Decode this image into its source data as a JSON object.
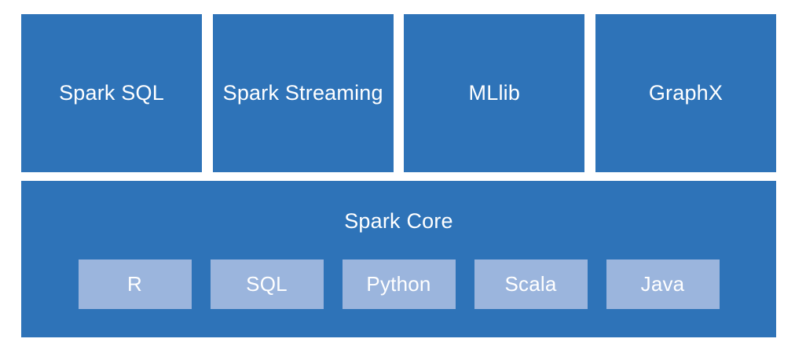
{
  "colors": {
    "box_dark": "#2E73B8",
    "box_light": "#9BB5DD",
    "text_light": "#FFFFFF",
    "background": "#FFFFFF"
  },
  "top_modules": [
    {
      "label": "Spark SQL"
    },
    {
      "label": "Spark Streaming"
    },
    {
      "label": "MLlib"
    },
    {
      "label": "GraphX"
    }
  ],
  "core": {
    "label": "Spark Core",
    "languages": [
      {
        "label": "R"
      },
      {
        "label": "SQL"
      },
      {
        "label": "Python"
      },
      {
        "label": "Scala"
      },
      {
        "label": "Java"
      }
    ]
  }
}
